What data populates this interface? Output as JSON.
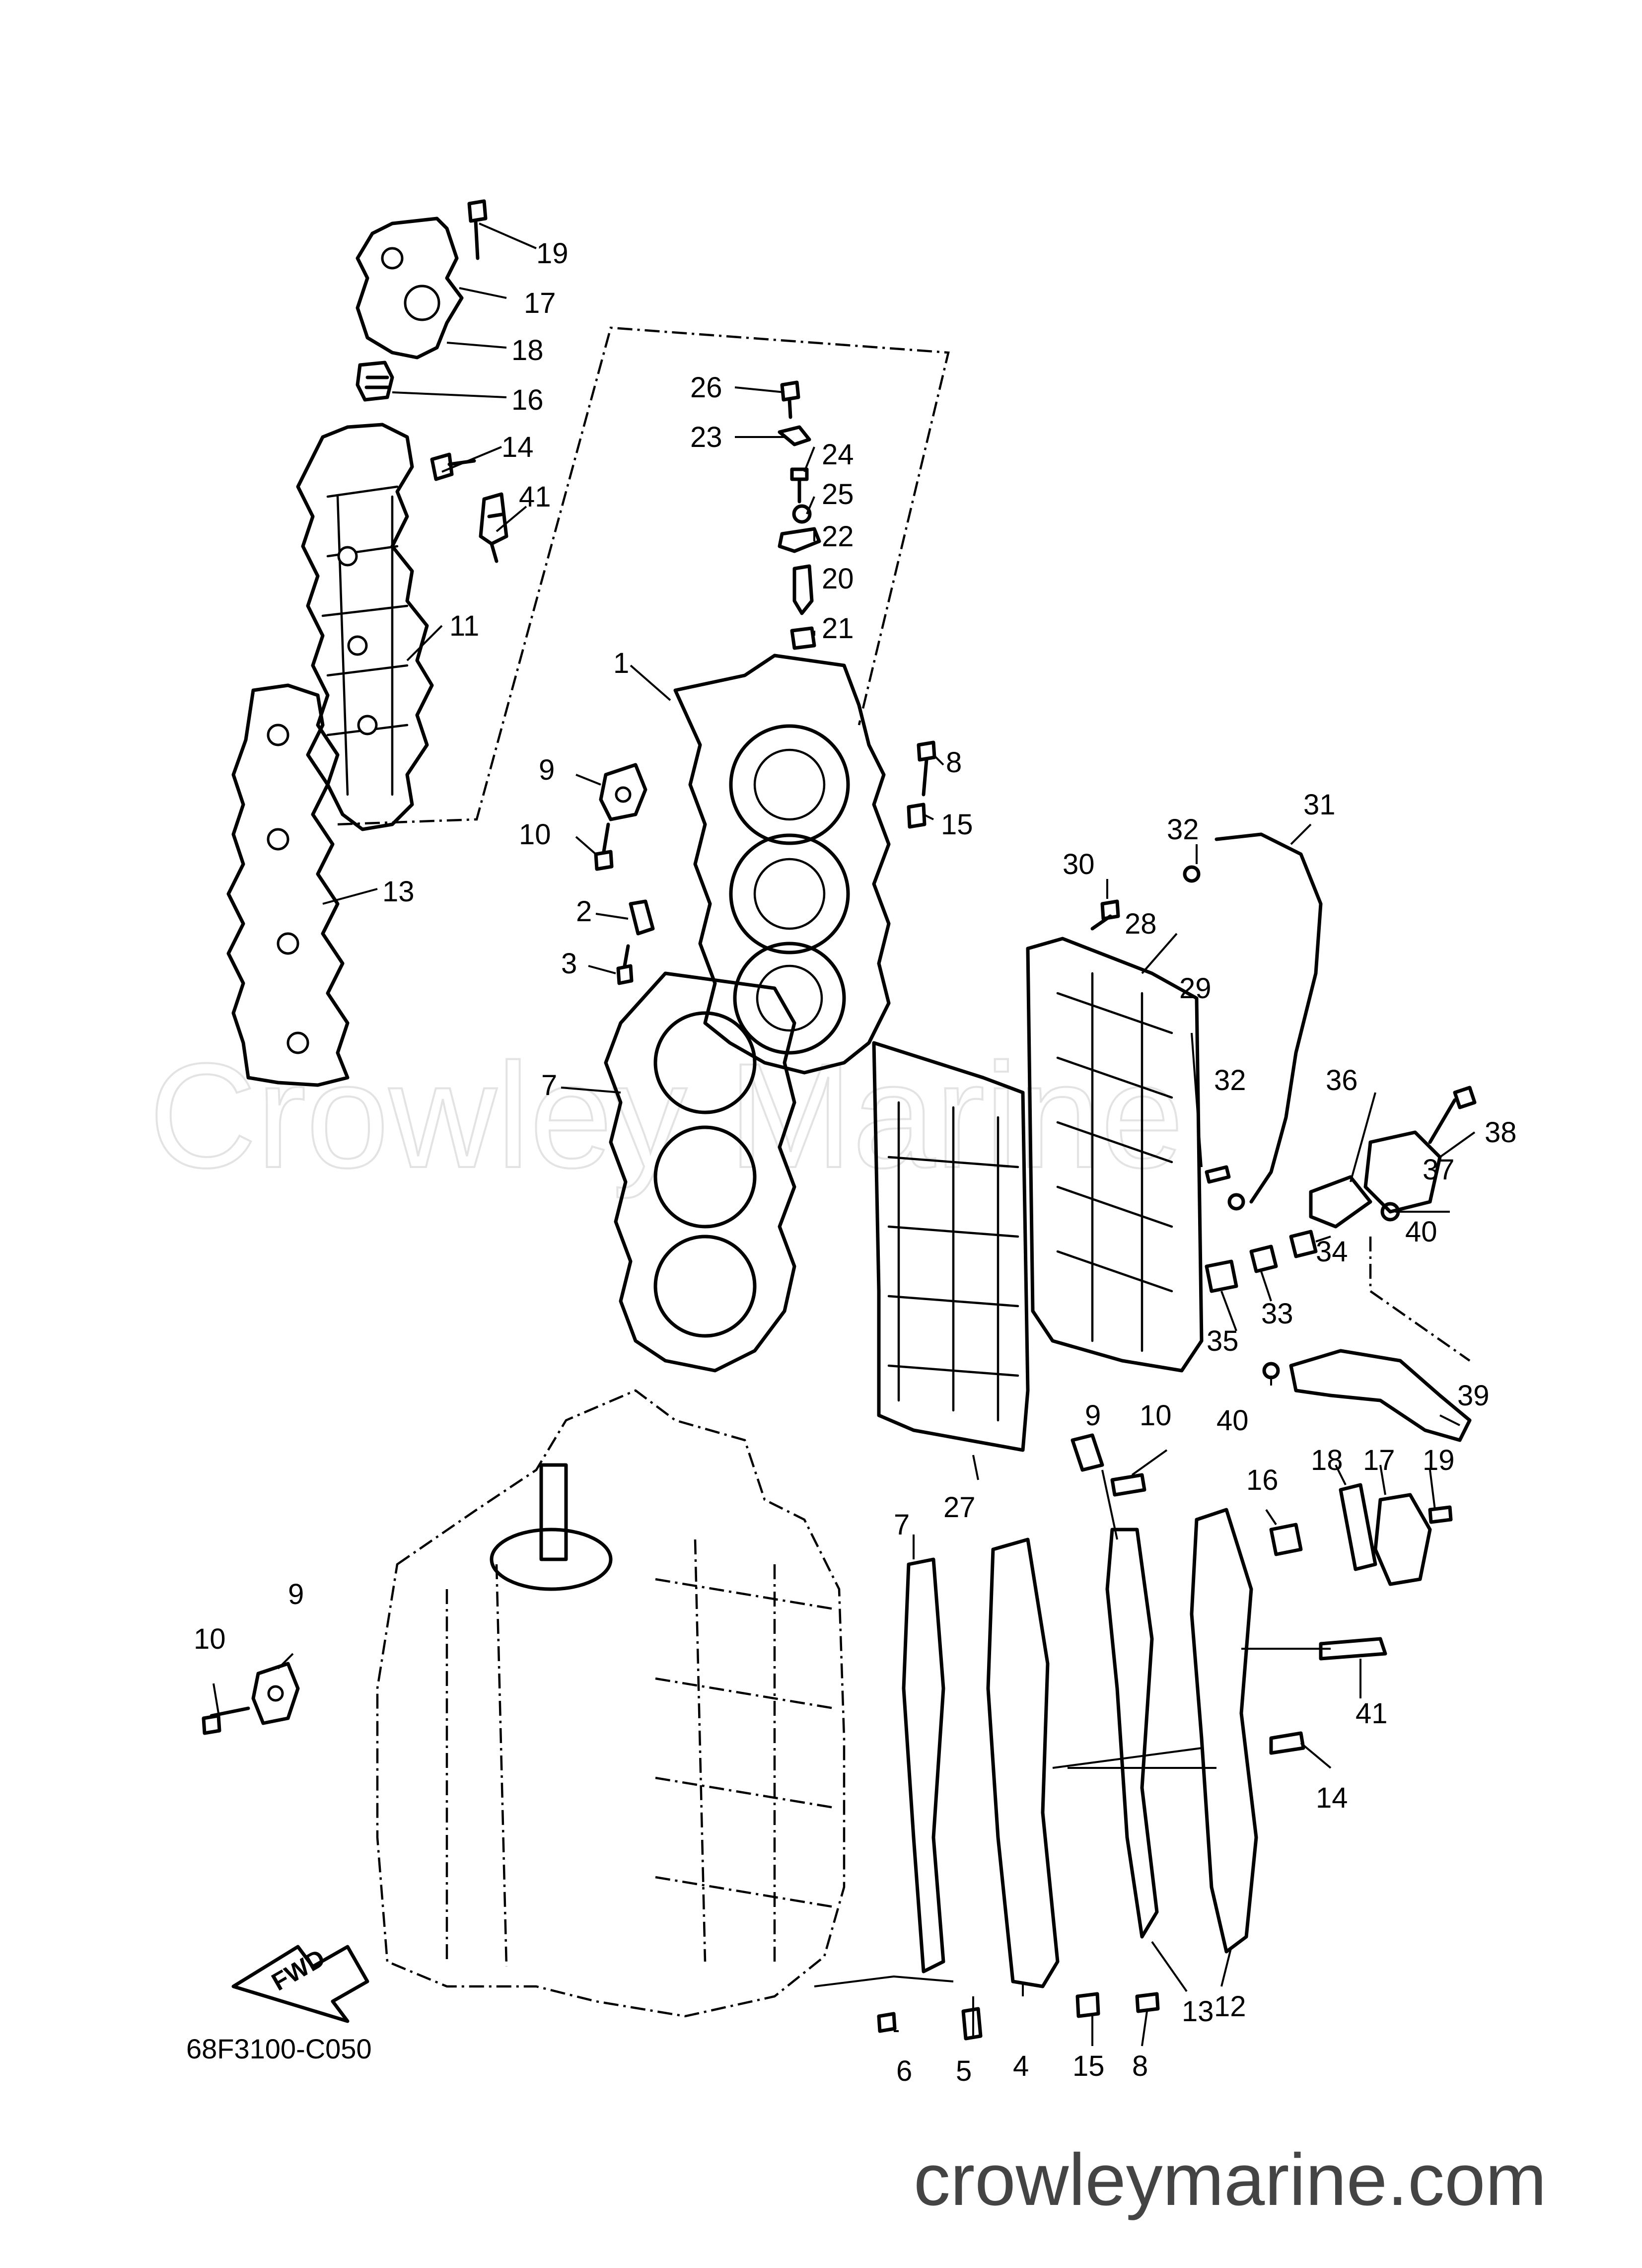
{
  "diagram": {
    "watermark": "Crowley Marine",
    "footer_url": "crowleymarine.com",
    "diagram_code": "68F3100-C050",
    "direction_label": "FWD",
    "callouts": [
      "19",
      "17",
      "18",
      "16",
      "14",
      "41",
      "11",
      "13",
      "26",
      "23",
      "24",
      "25",
      "22",
      "20",
      "21",
      "1",
      "9",
      "10",
      "2",
      "3",
      "7",
      "8",
      "15",
      "31",
      "32",
      "30",
      "28",
      "29",
      "36",
      "38",
      "37",
      "40",
      "34",
      "33",
      "35",
      "39",
      "27",
      "12",
      "4",
      "5",
      "6"
    ]
  },
  "colors": {
    "ink": "#000000",
    "watermark": "#e3e3e3",
    "footer": "#444444",
    "background": "#ffffff"
  }
}
